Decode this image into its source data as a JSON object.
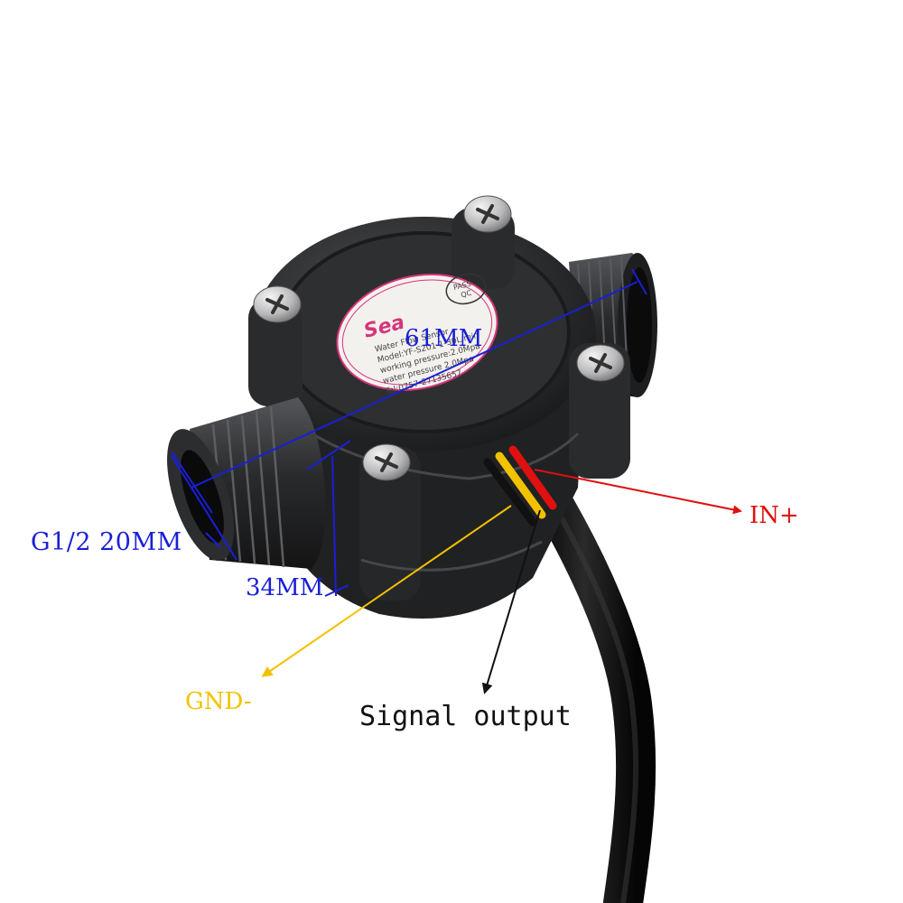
{
  "labels": {
    "length": "61MM",
    "thread": "G1/2 20MM",
    "height": "34MM",
    "vcc": "IN+",
    "ground": "GND-",
    "signal": "Signal output"
  },
  "sticker": {
    "brand": "Sea",
    "pass": "PASS",
    "qc": "QC",
    "lines": [
      "Water Flow Sensor",
      "Model:YF-S201 1-30L/min",
      "working pressure:2.0Mpa",
      "water pressure 2.0Mpa",
      "Tel:0757-27135657"
    ]
  },
  "colors": {
    "dimension": "#1a1fd6",
    "vcc_wire": "#e01010",
    "ground_wire": "#f2c200",
    "signal_wire": "#111111",
    "housing": "#2b2c2e",
    "sticker_ring": "#d6357a"
  },
  "icons": {
    "screw": "phillips-screw-icon"
  }
}
